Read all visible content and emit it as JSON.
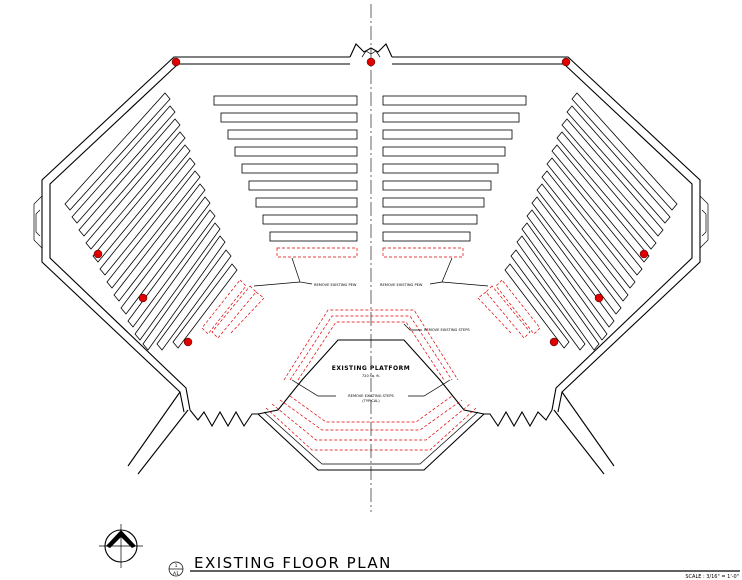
{
  "drawing": {
    "title": "EXISTING FLOOR PLAN",
    "scale": "SCALE : 3/16\" = 1'-0\"",
    "detail_number": "1",
    "sheet_number": "A1"
  },
  "notes": {
    "remove_pew_left": "REMOVE EXISTING PEW",
    "remove_pew_right": "REMOVE EXISTING PEW",
    "remove_steps_top": "REMOVE EXISTING STEPS",
    "remove_steps_center_1": "REMOVE EXISTING STEPS",
    "remove_steps_center_2": "(TYPICAL)"
  },
  "platform": {
    "label": "EXISTING PLATFORM",
    "area": "720 sq. ft."
  },
  "colors": {
    "line": "#000000",
    "removal": "#e00000",
    "column": "#e00000"
  },
  "icons": {
    "north_arrow": "north-arrow-icon"
  }
}
